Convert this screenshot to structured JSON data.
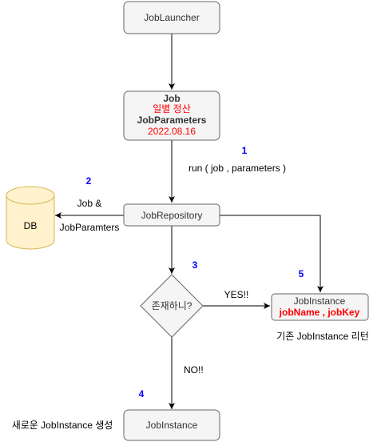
{
  "nodes": {
    "job_launcher": {
      "label": "JobLauncher"
    },
    "job": {
      "line1": "Job",
      "line2": "일별 정산",
      "line3": "JobParameters",
      "line4": "2022.08.16"
    },
    "job_repository": {
      "label": "JobRepository"
    },
    "db": {
      "label": "DB"
    },
    "decision": {
      "label": "존재하니?"
    },
    "job_instance_existing": {
      "line1": "JobInstance",
      "line2": "jobName , jobKey"
    },
    "job_instance_new": {
      "label": "JobInstance"
    }
  },
  "edges": {
    "run": {
      "label": "run ( job , parameters )"
    },
    "to_db": {
      "line1": "Job &",
      "line2": "JobParamters"
    },
    "yes": {
      "label": "YES!!"
    },
    "no": {
      "label": "NO!!"
    }
  },
  "steps": {
    "s1": "1",
    "s2": "2",
    "s3": "3",
    "s4": "4",
    "s5": "5"
  },
  "notes": {
    "return_existing": "기존 JobInstance 리턴",
    "create_new": "새로운 JobInstance 생성"
  },
  "colors": {
    "box_fill": "#f5f5f5",
    "box_stroke": "#666666",
    "db_fill": "#fff2cc",
    "db_stroke": "#d6b656",
    "red_text": "#ff0000",
    "step_blue": "#0000ff"
  }
}
